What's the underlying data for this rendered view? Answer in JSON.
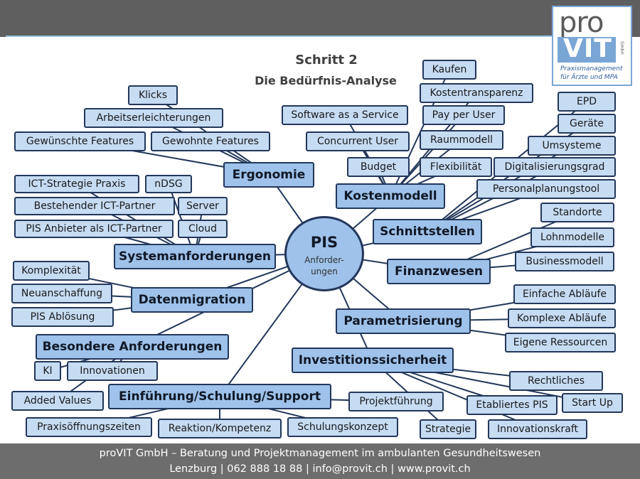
{
  "logo": {
    "line1": "pro",
    "line2": "VIT",
    "gmbh": "GmbH",
    "sub1": "Praxismanagement",
    "sub2": "für Ärzte und MPA"
  },
  "title": {
    "step": "Schritt 2",
    "subtitle": "Die Bedürfnis-Analyse"
  },
  "center": {
    "title": "PIS",
    "sub1": "Anforder-",
    "sub2": "ungen"
  },
  "nodes": [
    {
      "id": "ergonomie",
      "label": "Ergonomie",
      "main": true
    },
    {
      "id": "klicks",
      "label": "Klicks"
    },
    {
      "id": "arbeitserleichterungen",
      "label": "Arbeitserleichterungen"
    },
    {
      "id": "gewuenschte-features",
      "label": "Gewünschte Features"
    },
    {
      "id": "gewohnte-features",
      "label": "Gewohnte Features"
    },
    {
      "id": "kostenmodell",
      "label": "Kostenmodell",
      "main": true
    },
    {
      "id": "kaufen",
      "label": "Kaufen"
    },
    {
      "id": "kostentransparenz",
      "label": "Kostentransparenz"
    },
    {
      "id": "saas",
      "label": "Software as a Service"
    },
    {
      "id": "pay-per-user",
      "label": "Pay per User"
    },
    {
      "id": "concurrent-user",
      "label": "Concurrent User"
    },
    {
      "id": "raummodell",
      "label": "Raummodell"
    },
    {
      "id": "budget",
      "label": "Budget"
    },
    {
      "id": "flexibilitaet",
      "label": "Flexibilität"
    },
    {
      "id": "schnittstellen",
      "label": "Schnittstellen",
      "main": true
    },
    {
      "id": "epd",
      "label": "EPD"
    },
    {
      "id": "geraete",
      "label": "Geräte"
    },
    {
      "id": "umsysteme",
      "label": "Umsysteme"
    },
    {
      "id": "digitalisierungsgrad",
      "label": "Digitalisierungsgrad"
    },
    {
      "id": "personalplanungstool",
      "label": "Personalplanungstool"
    },
    {
      "id": "systemanforderungen",
      "label": "Systemanforderungen",
      "main": true
    },
    {
      "id": "ict-strategie",
      "label": "ICT-Strategie Praxis"
    },
    {
      "id": "ndsg",
      "label": "nDSG"
    },
    {
      "id": "bestehender-ict",
      "label": "Bestehender ICT-Partner"
    },
    {
      "id": "server",
      "label": "Server"
    },
    {
      "id": "pis-anbieter-ict",
      "label": "PIS Anbieter als ICT-Partner"
    },
    {
      "id": "cloud",
      "label": "Cloud"
    },
    {
      "id": "finanzwesen",
      "label": "Finanzwesen",
      "main": true
    },
    {
      "id": "standorte",
      "label": "Standorte"
    },
    {
      "id": "lohnmodelle",
      "label": "Lohnmodelle"
    },
    {
      "id": "businessmodell",
      "label": "Businessmodell"
    },
    {
      "id": "datenmigration",
      "label": "Datenmigration",
      "main": true
    },
    {
      "id": "komplexitaet",
      "label": "Komplexität"
    },
    {
      "id": "neuanschaffung",
      "label": "Neuanschaffung"
    },
    {
      "id": "pis-abloesung",
      "label": "PIS Ablösung"
    },
    {
      "id": "parametrisierung",
      "label": "Parametrisierung",
      "main": true
    },
    {
      "id": "einfache-ablaeufe",
      "label": "Einfache Abläufe"
    },
    {
      "id": "komplexe-ablaeufe",
      "label": "Komplexe Abläufe"
    },
    {
      "id": "eigene-ressourcen",
      "label": "Eigene Ressourcen"
    },
    {
      "id": "besondere-anforderungen",
      "label": "Besondere Anforderungen",
      "main": true
    },
    {
      "id": "ki",
      "label": "KI"
    },
    {
      "id": "innovationen",
      "label": "Innovationen"
    },
    {
      "id": "added-values",
      "label": "Added Values"
    },
    {
      "id": "investitionssicherheit",
      "label": "Investitionssicherheit",
      "main": true
    },
    {
      "id": "rechtliches",
      "label": "Rechtliches"
    },
    {
      "id": "etabliertes-pis",
      "label": "Etabliertes PIS"
    },
    {
      "id": "start-up",
      "label": "Start Up"
    },
    {
      "id": "strategie",
      "label": "Strategie"
    },
    {
      "id": "innovationskraft",
      "label": "Innovationskraft"
    },
    {
      "id": "einfuehrung",
      "label": "Einführung/Schulung/Support",
      "main": true
    },
    {
      "id": "projektfuehrung",
      "label": "Projektführung"
    },
    {
      "id": "praxisoeffnungszeiten",
      "label": "Praxisöffnungszeiten"
    },
    {
      "id": "reaktion-kompetenz",
      "label": "Reaktion/Kompetenz"
    },
    {
      "id": "schulungskonzept",
      "label": "Schulungskonzept"
    }
  ],
  "edges": [
    [
      "center",
      "ergonomie"
    ],
    [
      "center",
      "kostenmodell"
    ],
    [
      "center",
      "schnittstellen"
    ],
    [
      "center",
      "systemanforderungen"
    ],
    [
      "center",
      "finanzwesen"
    ],
    [
      "center",
      "datenmigration"
    ],
    [
      "center",
      "parametrisierung"
    ],
    [
      "center",
      "besondere-anforderungen"
    ],
    [
      "center",
      "investitionssicherheit"
    ],
    [
      "center",
      "einfuehrung"
    ],
    [
      "ergonomie",
      "klicks"
    ],
    [
      "ergonomie",
      "arbeitserleichterungen"
    ],
    [
      "ergonomie",
      "gewuenschte-features"
    ],
    [
      "ergonomie",
      "gewohnte-features"
    ],
    [
      "kostenmodell",
      "saas"
    ],
    [
      "kostenmodell",
      "concurrent-user"
    ],
    [
      "kostenmodell",
      "budget"
    ],
    [
      "kostenmodell",
      "kaufen"
    ],
    [
      "kostenmodell",
      "kostentransparenz"
    ],
    [
      "kostenmodell",
      "pay-per-user"
    ],
    [
      "kostenmodell",
      "raummodell"
    ],
    [
      "kostenmodell",
      "flexibilitaet"
    ],
    [
      "schnittstellen",
      "personalplanungstool"
    ],
    [
      "schnittstellen",
      "epd"
    ],
    [
      "schnittstellen",
      "geraete"
    ],
    [
      "schnittstellen",
      "umsysteme"
    ],
    [
      "schnittstellen",
      "digitalisierungsgrad"
    ],
    [
      "systemanforderungen",
      "ict-strategie"
    ],
    [
      "systemanforderungen",
      "ndsg"
    ],
    [
      "systemanforderungen",
      "bestehender-ict"
    ],
    [
      "systemanforderungen",
      "server"
    ],
    [
      "systemanforderungen",
      "pis-anbieter-ict"
    ],
    [
      "systemanforderungen",
      "cloud"
    ],
    [
      "finanzwesen",
      "standorte"
    ],
    [
      "finanzwesen",
      "lohnmodelle"
    ],
    [
      "finanzwesen",
      "businessmodell"
    ],
    [
      "datenmigration",
      "komplexitaet"
    ],
    [
      "datenmigration",
      "neuanschaffung"
    ],
    [
      "datenmigration",
      "pis-abloesung"
    ],
    [
      "parametrisierung",
      "einfache-ablaeufe"
    ],
    [
      "parametrisierung",
      "komplexe-ablaeufe"
    ],
    [
      "parametrisierung",
      "eigene-ressourcen"
    ],
    [
      "besondere-anforderungen",
      "ki"
    ],
    [
      "besondere-anforderungen",
      "innovationen"
    ],
    [
      "besondere-anforderungen",
      "added-values"
    ],
    [
      "investitionssicherheit",
      "rechtliches"
    ],
    [
      "investitionssicherheit",
      "etabliertes-pis"
    ],
    [
      "investitionssicherheit",
      "start-up"
    ],
    [
      "investitionssicherheit",
      "strategie"
    ],
    [
      "investitionssicherheit",
      "innovationskraft"
    ],
    [
      "einfuehrung",
      "projektfuehrung"
    ],
    [
      "einfuehrung",
      "praxisoeffnungszeiten"
    ],
    [
      "einfuehrung",
      "reaktion-kompetenz"
    ],
    [
      "einfuehrung",
      "schulungskonzept"
    ]
  ],
  "footer": {
    "line1": "proVIT GmbH – Beratung und Projektmanagement im ambulanten  Gesundheitswesen",
    "line2": "Lenzburg | 062 888 18 88 | info@provit.ch | www.provit.ch"
  },
  "colors": {
    "box": "#c6dcf3",
    "main_box": "#9ec2ea",
    "border": "#22375a",
    "bar": "#5f5f5f"
  }
}
